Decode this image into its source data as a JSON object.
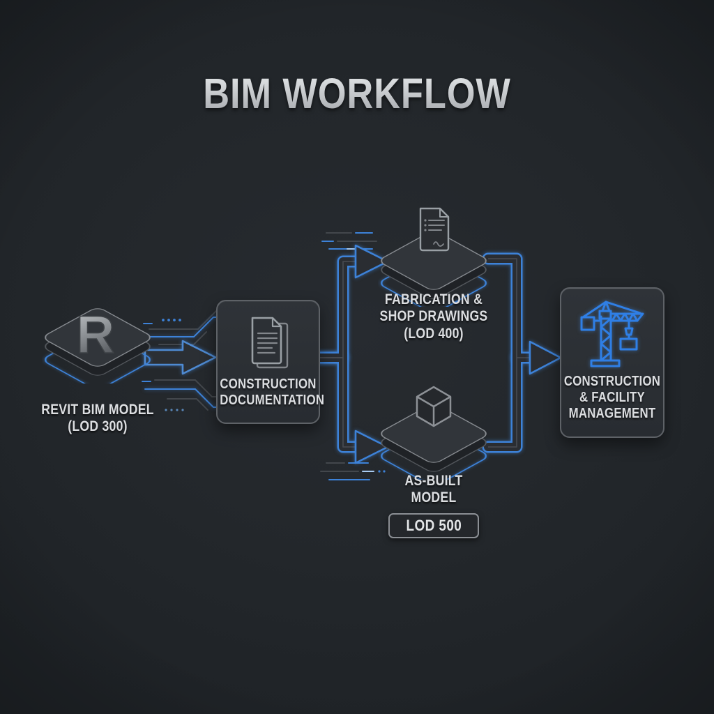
{
  "title": "BIM WORKFLOW",
  "nodes": {
    "revit": {
      "logo_letter": "R",
      "label_lines": [
        "REVIT BIM MODEL",
        "(LOD 300)"
      ]
    },
    "construction_documentation": {
      "label_lines": [
        "CONSTRUCTION",
        "DOCUMENTATION"
      ]
    },
    "fabrication_shop_drawings": {
      "label_lines": [
        "FABRICATION &",
        "SHOP DRAWINGS",
        "(LOD 400)"
      ]
    },
    "as_built_model": {
      "label_lines": [
        "AS-BUILT",
        "MODEL"
      ],
      "badge": "LOD 500"
    },
    "construction_facility_management": {
      "label_lines": [
        "CONSTRUCTION",
        "& FACILITY",
        "MANAGEMENT"
      ]
    }
  },
  "icons": {
    "revit": "revit-r-logo",
    "construction_documentation": "document-stack",
    "fabrication_shop_drawings": "drawing-sheet",
    "as_built_model": "3d-cube",
    "construction_facility_management": "tower-crane",
    "flow": "right-arrow"
  },
  "colors": {
    "background": "#23272b",
    "accent_blue": "#3d82d8",
    "crane_blue": "#2f7fe6",
    "box_fill": "#2c3035",
    "box_border": "#5e6267",
    "text": "#dcdee1",
    "title_text": "#c9cccf",
    "icon_gray": "#969ba0"
  }
}
